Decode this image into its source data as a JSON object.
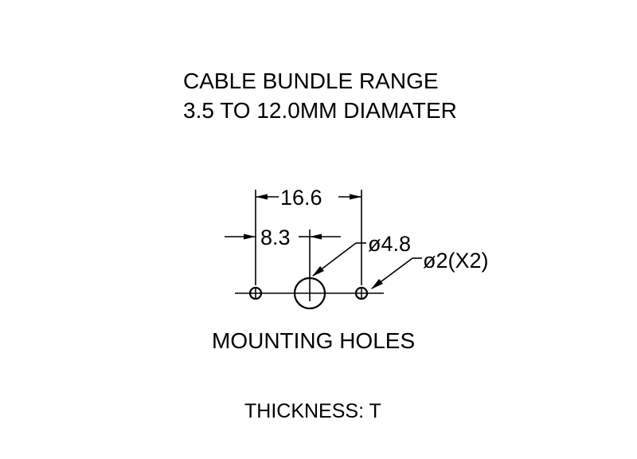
{
  "title": {
    "line1": "CABLE  BUNDLE  RANGE",
    "line2": "3.5  TO  12.0MM  DIAMATER"
  },
  "dimensions": {
    "overall": "16.6",
    "half": "8.3",
    "center_hole": "ø4.8",
    "side_holes": "ø2(X2)"
  },
  "labels": {
    "mounting_holes": "MOUNTING  HOLES",
    "thickness": "THICKNESS:  T"
  }
}
